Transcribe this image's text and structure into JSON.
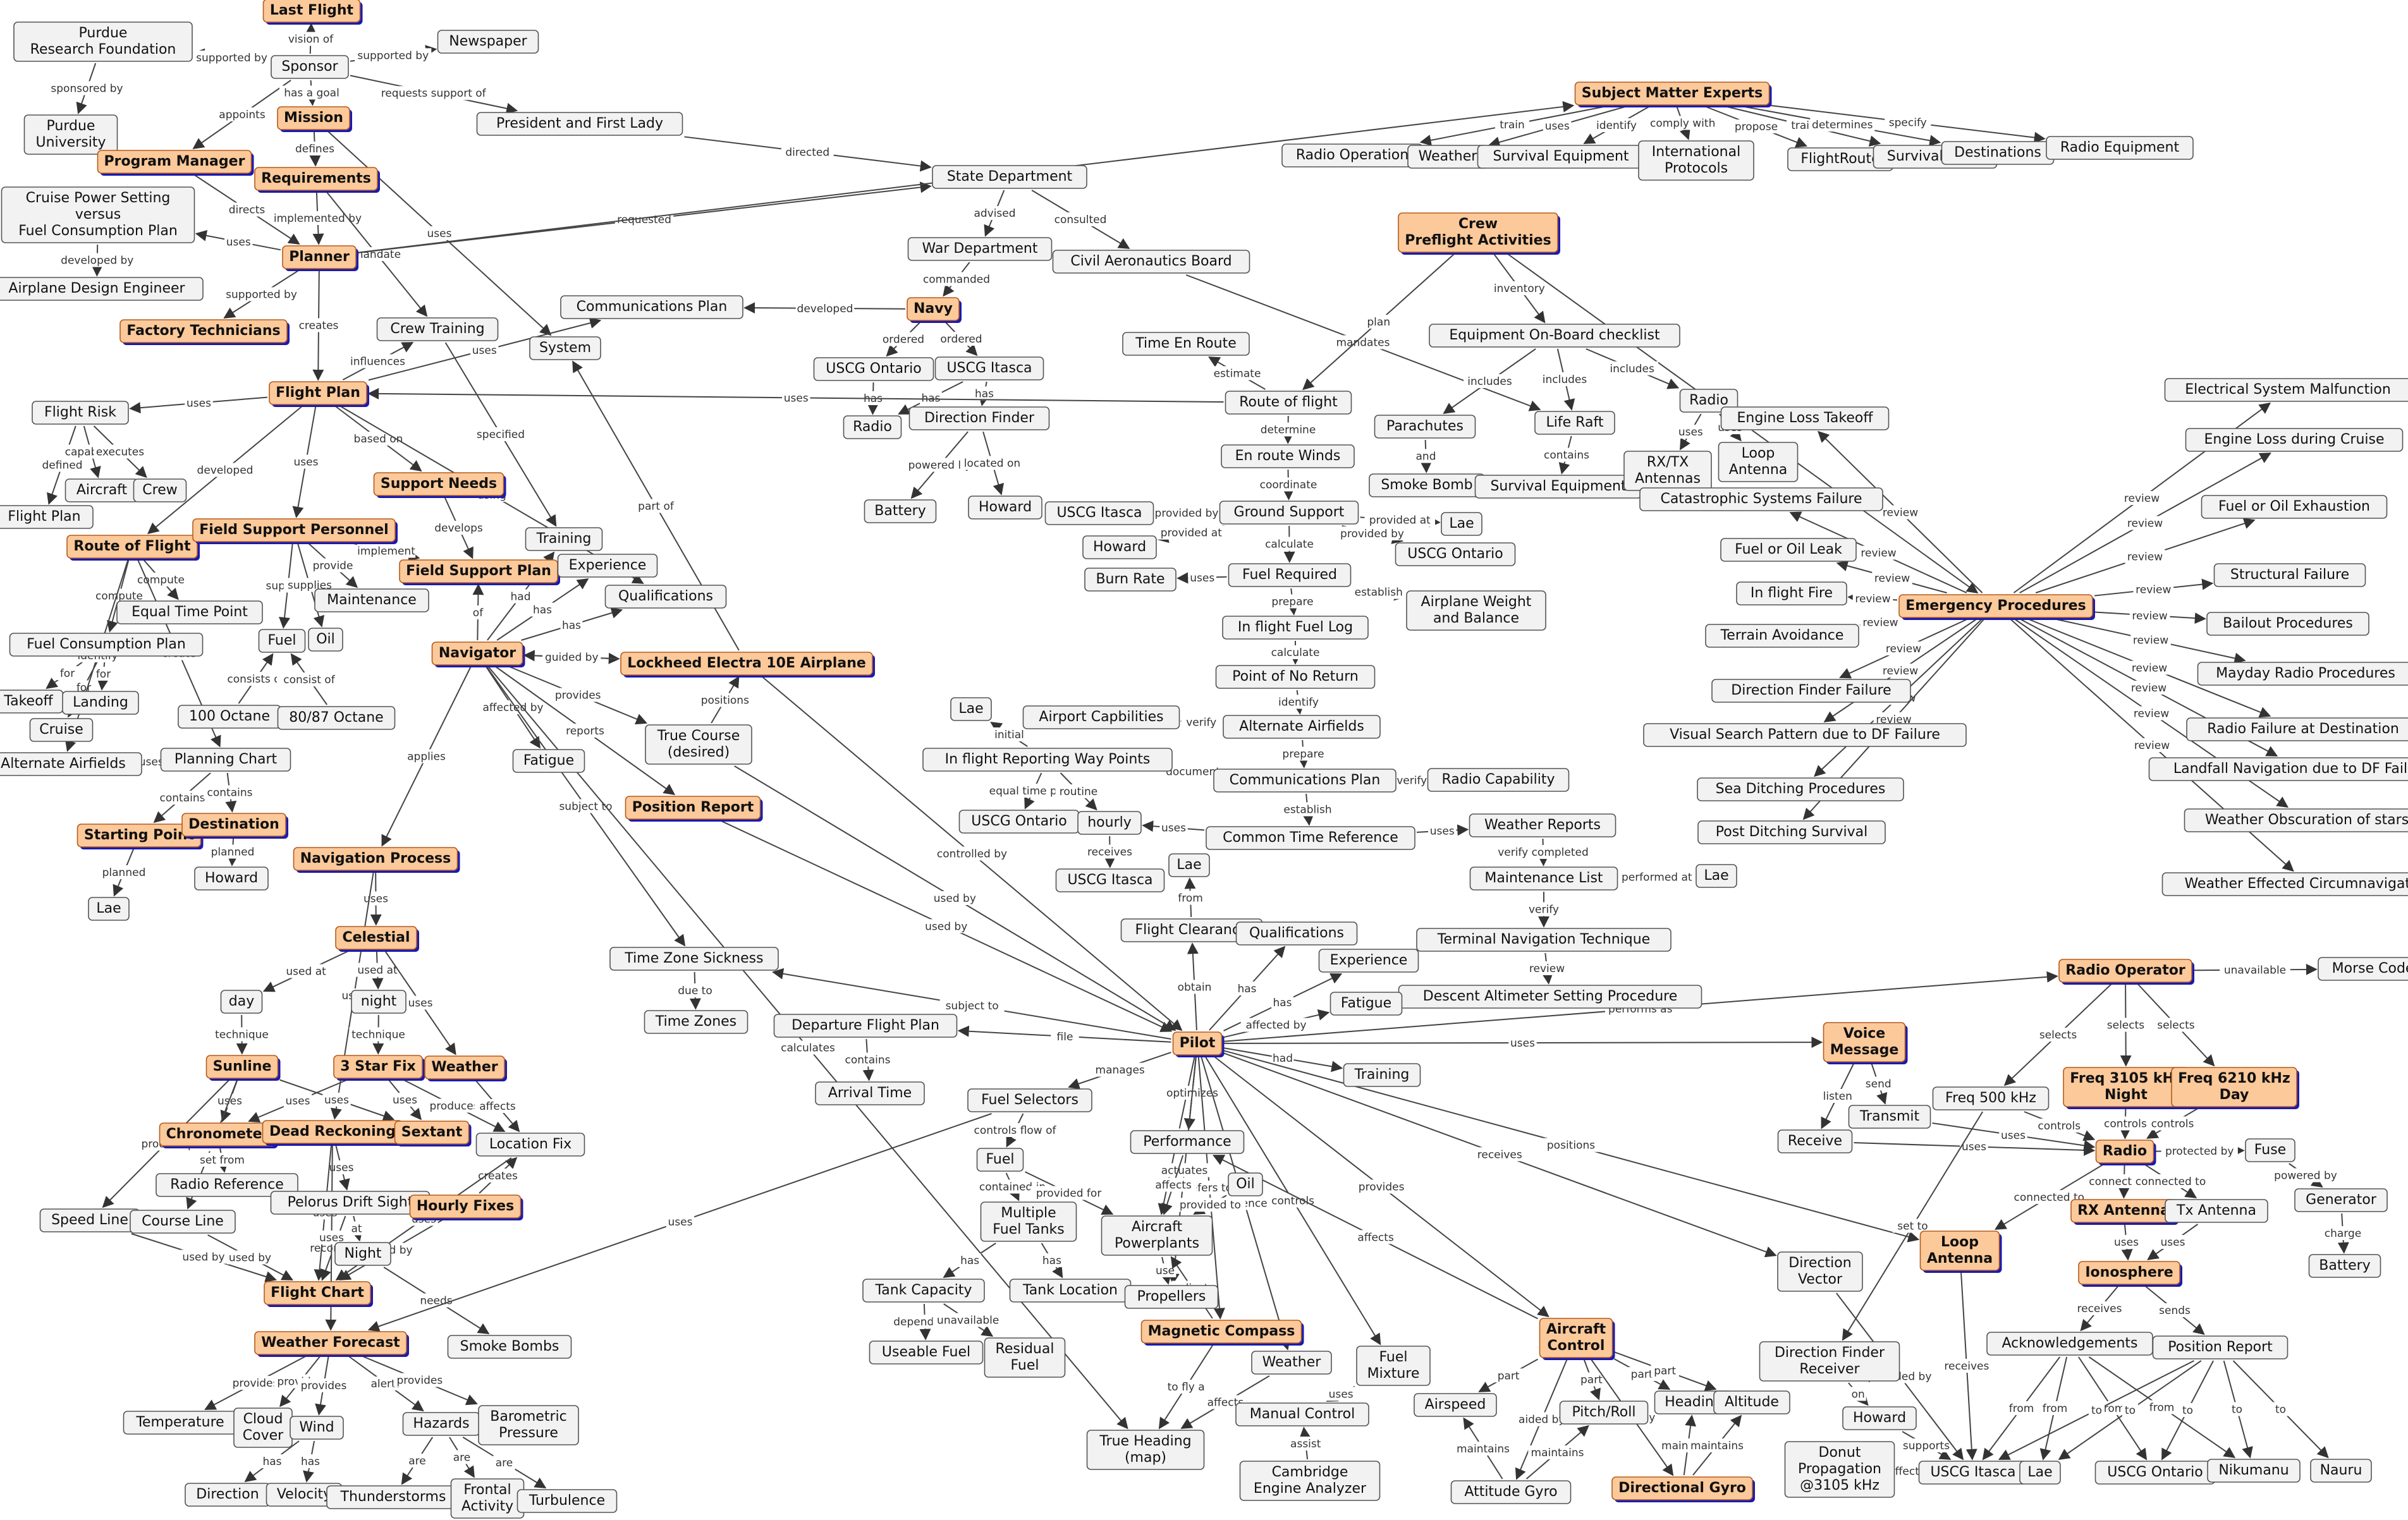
{
  "colors": {
    "highlight_fill": "#fcc99a",
    "highlight_shadow": "#1a1ab0",
    "node_fill": "#f2f2f2",
    "line": "#444444"
  },
  "nodes": {
    "last_flight": "Last Flight",
    "purdue_foundation": "Purdue\nResearch Foundation",
    "sponsor": "Sponsor",
    "newspaper": "Newspaper",
    "purdue_university": "Purdue\nUniversity",
    "program_manager": "Program Manager",
    "mission": "Mission",
    "president": "President and First Lady",
    "sme": "Subject Matter Experts",
    "requirements": "Requirements",
    "cruise_power": "Cruise Power Setting\nversus\nFuel Consumption Plan",
    "state_dept": "State Department",
    "planner": "Planner",
    "airplane_engineer": "Airplane Design Engineer",
    "factory_tech": "Factory Technicians",
    "crew_training": "Crew Training",
    "comm_plan_left": "Communications Plan",
    "system": "System",
    "navy": "Navy",
    "war_dept": "War Department",
    "cab": "Civil Aeronautics Board",
    "crew_preflight": "Crew\nPreflight Activities",
    "radio_operation": "Radio Operation",
    "weather_sme": "Weather",
    "survival_equip_sme": "Survival Equipment",
    "intl_protocols": "International\nProtocols",
    "flight_route": "FlightRoute",
    "survival_skills": "Survival Skills",
    "destinations": "Destinations",
    "radio_equip": "Radio Equipment",
    "flight_plan": "Flight Plan",
    "flight_risk": "Flight Risk",
    "flight_plan_small": "Flight Plan",
    "aircraft_small": "Aircraft",
    "crew_small": "Crew",
    "route_of_flight_left": "Route of Flight",
    "equal_time_point": "Equal Time Point",
    "fuel_consumption_plan": "Fuel Consumption Plan",
    "takeoff": "Takeoff",
    "landing": "Landing",
    "cruise": "Cruise",
    "alt_airfields_left": "Alternate Airfields",
    "planning_chart": "Planning Chart",
    "starting_point": "Starting Point",
    "destination": "Destination",
    "howard_left": "Howard",
    "lae_left": "Lae",
    "support_needs": "Support Needs",
    "field_support_personnel": "Field Support Personnel",
    "fuel_left": "Fuel",
    "oil_left": "Oil",
    "maintenance_left": "Maintenance",
    "octane100": "100 Octane",
    "octane80": "80/87 Octane",
    "field_support_plan": "Field Support Plan",
    "training_left": "Training",
    "experience_left": "Experience",
    "qualifications_left": "Qualifications",
    "navigator": "Navigator",
    "lockheed": "Lockheed Electra 10E Airplane",
    "fatigue_left": "Fatigue",
    "true_course": "True Course\n(desired)",
    "position_report_left": "Position Report",
    "navigation_process": "Navigation Process",
    "celestial": "Celestial",
    "day": "day",
    "night_lower": "night",
    "sunline": "Sunline",
    "star_fix": "3 Star Fix",
    "weather_left": "Weather",
    "chronometer": "Chronometer",
    "dead_reckoning": "Dead Reckoning",
    "sextant": "Sextant",
    "location_fix": "Location Fix",
    "radio_reference": "Radio Reference",
    "pelorus": "Pelorus Drift Sight",
    "speed_line": "Speed Line",
    "course_line": "Course Line",
    "night_cap": "Night",
    "hourly_fixes": "Hourly Fixes",
    "flight_chart": "Flight Chart",
    "smoke_bombs_left": "Smoke Bombs",
    "weather_forecast": "Weather Forecast",
    "temperature": "Temperature",
    "cloud_cover": "Cloud\nCover",
    "wind": "Wind",
    "direction": "Direction",
    "velocity": "Velocity",
    "hazards": "Hazards",
    "barometric": "Barometric\nPressure",
    "thunderstorms": "Thunderstorms",
    "frontal": "Frontal\nActivity",
    "turbulence": "Turbulence",
    "time_zone_sickness": "Time Zone Sickness",
    "time_zones": "Time Zones",
    "uscg_ontario_top": "USCG Ontario",
    "uscg_itasca_top": "USCG Itasca",
    "radio_navy": "Radio",
    "direction_finder": "Direction Finder",
    "battery_navy": "Battery",
    "howard_navy": "Howard",
    "time_en_route": "Time En Route",
    "route_of_flight_center": "Route of flight",
    "en_route_winds": "En route Winds",
    "ground_support": "Ground Support",
    "uscg_itasca_gs": "USCG Itasca",
    "howard_gs": "Howard",
    "lae_gs": "Lae",
    "uscg_ontario_gs": "USCG Ontario",
    "burn_rate": "Burn Rate",
    "fuel_required": "Fuel Required",
    "weight_balance": "Airplane Weight\nand Balance",
    "inflight_fuel_log": "In flight Fuel Log",
    "point_no_return": "Point of No Return",
    "alt_airfields_center": "Alternate Airfields",
    "airport_capabilities": "Airport Capbilities",
    "lae_initial": "Lae",
    "reporting_waypoints": "In flight Reporting Way Points",
    "comm_plan_center": "Communications Plan",
    "radio_capability": "Radio Capability",
    "uscg_ontario_etp": "USCG Ontario",
    "hourly": "hourly",
    "uscg_itasca_hourly": "USCG Itasca",
    "common_time_ref": "Common Time Reference",
    "weather_reports": "Weather Reports",
    "maintenance_list": "Maintenance List",
    "lae_maint": "Lae",
    "terminal_nav": "Terminal Navigation Technique",
    "descent_altimeter": "Descent Altimeter Setting Procedure",
    "lae_clearance": "Lae",
    "flight_clearance": "Flight Clearance",
    "qualifications_pilot": "Qualifications",
    "experience_pilot": "Experience",
    "fatigue_pilot": "Fatigue",
    "departure_plan": "Departure Flight Plan",
    "arrival_time": "Arrival Time",
    "pilot": "Pilot",
    "training_pilot": "Training",
    "fuel_selectors": "Fuel Selectors",
    "fuel_center": "Fuel",
    "multiple_tanks": "Multiple\nFuel Tanks",
    "tank_capacity": "Tank Capacity",
    "tank_location": "Tank Location",
    "useable_fuel": "Useable Fuel",
    "residual_fuel": "Residual\nFuel",
    "performance": "Performance",
    "aircraft_powerplants": "Aircraft\nPowerplants",
    "oil_center": "Oil",
    "propellers": "Propellers",
    "magnetic_compass": "Magnetic Compass",
    "weather_center": "Weather",
    "fuel_mixture": "Fuel\nMixture",
    "manual_control": "Manual  Control",
    "cambridge": "Cambridge\nEngine Analyzer",
    "true_heading": "True Heading\n(map)",
    "equip_checklist": "Equipment On-Board checklist",
    "parachutes": "Parachutes",
    "smoke_bomb_center": "Smoke Bomb",
    "life_raft": "Life Raft",
    "survival_equip_center": "Survival Equipment",
    "radio_checklist": "Radio",
    "rx_tx_antennas": "RX/TX\nAntennas",
    "loop_antenna_top": "Loop\nAntenna",
    "engine_loss_takeoff": "Engine Loss Takeoff",
    "catastrophic": "Catastrophic Systems Failure",
    "fuel_oil_leak": "Fuel or Oil Leak",
    "inflight_fire": "In flight Fire",
    "terrain": "Terrain Avoidance",
    "df_failure": "Direction Finder Failure",
    "visual_search": "Visual Search Pattern due to DF Failure",
    "sea_ditching": "Sea Ditching Procedures",
    "post_ditching": "Post Ditching Survival",
    "emergency_procedures": "Emergency Procedures",
    "electrical_malfunction": "Electrical System Malfunction",
    "engine_loss_cruise": "Engine Loss during Cruise",
    "fuel_exhaustion": "Fuel or Oil Exhaustion",
    "structural_failure": "Structural Failure",
    "bailout": "Bailout Procedures",
    "mayday": "Mayday Radio Procedures",
    "radio_failure_dest": "Radio Failure at Destination",
    "landfall_nav": "Landfall Navigation due to DF Failure",
    "obscuration": "Weather Obscuration of stars",
    "weather_circumnav": "Weather Effected Circumnavigation",
    "radio_operator": "Radio Operator",
    "morse": "Morse Code Key",
    "voice_message": "Voice\nMessage",
    "freq500": "Freq 500 kHz",
    "freq3105": "Freq 3105 kHz\nNight",
    "freq6210": "Freq 6210 kHz\nDay",
    "receive": "Receive",
    "transmit": "Transmit",
    "radio_right": "Radio",
    "fuse": "Fuse",
    "generator": "Generator",
    "battery_right": "Battery",
    "rx_antenna": "RX Antenna",
    "tx_antenna": "Tx Antenna",
    "ionosphere": "Ionosphere",
    "loop_antenna_right": "Loop\nAntenna",
    "direction_vector": "Direction\nVector",
    "acknowledgements": "Acknowledgements",
    "position_report_right": "Position Report",
    "aircraft_control": "Aircraft\nControl",
    "airspeed": "Airspeed",
    "pitch_roll": "Pitch/Roll",
    "heading": "Heading",
    "altitude": "Altitude",
    "attitude_gyro": "Attitude Gyro",
    "directional_gyro": "Directional Gyro",
    "df_receiver": "Direction Finder\nReceiver",
    "howard_right": "Howard",
    "donut": "Donut\nPropagation\n@3105 kHz",
    "uscg_itasca_bottom": "USCG Itasca",
    "lae_bottom": "Lae",
    "uscg_ontario_bottom": "USCG Ontario",
    "nikumanu": "Nikumanu",
    "nauru": "Nauru"
  }
}
